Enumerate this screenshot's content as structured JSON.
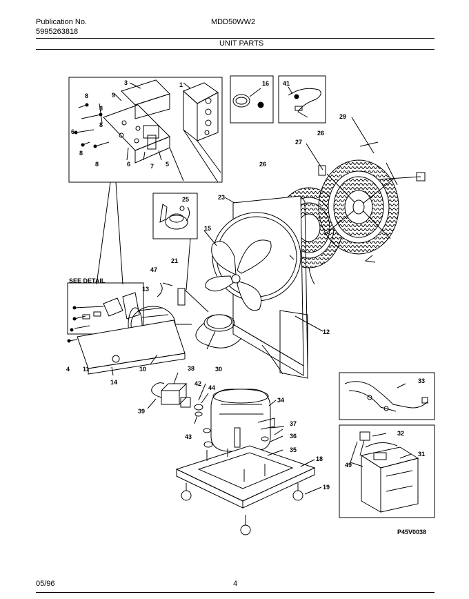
{
  "header": {
    "publication_label": "Publication No.",
    "publication_number": "5995263818",
    "model": "MDD50WW2",
    "section_title": "UNIT PARTS"
  },
  "diagram": {
    "detail_label": "SEE DETAIL",
    "drawing_code": "P45V0038",
    "callouts": {
      "c1": "1",
      "c3": "3",
      "c4": "4",
      "c5": "5",
      "c6a": "6",
      "c6b": "6",
      "c7": "7",
      "c8a": "8",
      "c8b": "8",
      "c8c": "8",
      "c8d": "8",
      "c8e": "8",
      "c9": "9",
      "c10": "10",
      "c11": "11",
      "c12": "12",
      "c13": "13",
      "c14": "14",
      "c15": "15",
      "c16": "16",
      "c18": "18",
      "c19": "19",
      "c21": "21",
      "c23": "23",
      "c25": "25",
      "c26a": "26",
      "c26b": "26",
      "c27": "27",
      "c29": "29",
      "c30": "30",
      "c31": "31",
      "c32": "32",
      "c33": "33",
      "c34": "34",
      "c35": "35",
      "c36": "36",
      "c37": "37",
      "c38": "38",
      "c39": "39",
      "c41": "41",
      "c42": "42",
      "c43": "43",
      "c44": "44",
      "c47": "47",
      "c49": "49"
    }
  },
  "footer": {
    "date": "05/96",
    "page": "4"
  }
}
